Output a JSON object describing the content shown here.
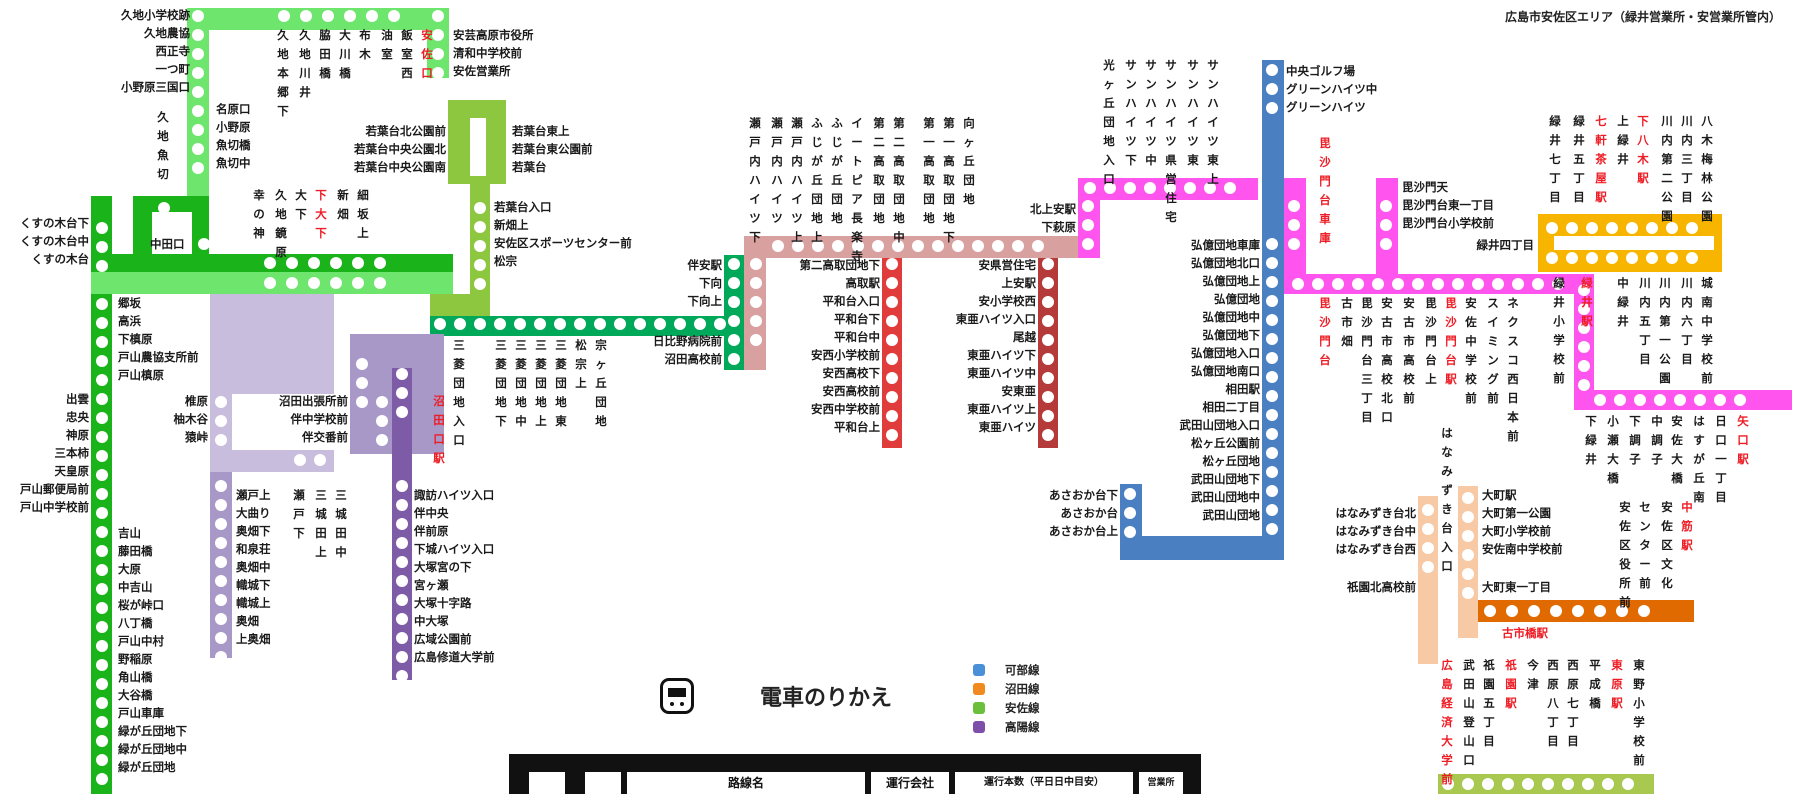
{
  "header": {
    "area": "広島市安佐区エリア（緑井営業所・安営業所管内）",
    "map_title": "電車のりかえ"
  },
  "colors": {
    "green_dark": "#1ab31a",
    "green_light": "#6ee66e",
    "green_deep": "#00a859",
    "lime": "#8dc63f",
    "lavender": "#c8bddc",
    "lavender_mid": "#a898c8",
    "purple": "#7e5ba6",
    "rose": "#d9a0a0",
    "red": "#e03c3c",
    "maroon": "#b53a3a",
    "magenta": "#ff55ee",
    "blue": "#4a7fc1",
    "yellow": "#f7b500",
    "peach": "#f7c9a5",
    "orange": "#e06a00",
    "olive": "#a8c850"
  },
  "legend": [
    {
      "icon": "blue-train-icon",
      "label": "可部線",
      "color": "#4a90d9"
    },
    {
      "icon": "orange-train-icon",
      "label": "沼田線",
      "color": "#f08a1e"
    },
    {
      "icon": "green-train-icon",
      "label": "安佐線",
      "color": "#6cbf3a"
    },
    {
      "icon": "purple-train-icon",
      "label": "高陽線",
      "color": "#7e4fa8"
    }
  ],
  "table_header": {
    "col_route": "路線名",
    "col_operator": "運行会社",
    "col_freq": "運行本数（平日日中目安）",
    "col_office": "営業所"
  },
  "labels": {
    "kuchi_list": [
      "久地小学校跡",
      "久地農協",
      "西正寺",
      "一つ町",
      "小野原三国口"
    ],
    "ono_list": [
      "名原口",
      "小野原",
      "魚切橋",
      "魚切中"
    ],
    "kusu": [
      "くすの木台下",
      "くすの木台中",
      "くすの木台"
    ],
    "nakata": "中田口",
    "west_list": [
      "郷坂",
      "高浜",
      "下槙原",
      "戸山農協支所前",
      "戸山槙原"
    ],
    "west_list2": [
      "出雲",
      "忠央",
      "神原",
      "三本柿",
      "天皇原",
      "戸山郵便局前",
      "戸山中学校前"
    ],
    "south_list": [
      "吉山",
      "藤田橋",
      "大原",
      "中吉山",
      "桜が峠口",
      "八丁橋",
      "戸山中村",
      "野稲原",
      "角山橋",
      "大谷橋",
      "戸山車庫",
      "緑が丘団地下",
      "緑が丘団地中",
      "緑が丘団地"
    ],
    "aki_city": [
      "安芸高原市役所",
      "清和中学校前",
      "安佐営業所"
    ],
    "wakaba_left": [
      "若葉台北公園前",
      "若葉台中央公園北",
      "若葉台中央公園南"
    ],
    "wakaba_right": [
      "若葉台東上",
      "若葉台東公園前",
      "若葉台"
    ],
    "wakaba_lower": [
      "若葉台入口",
      "新畑上",
      "安佐区スポーツセンター前",
      "松宗"
    ],
    "shiiba": [
      "椎原",
      "柚木谷",
      "猿峠"
    ],
    "numata_list": [
      "沼田出張所前",
      "伴中学校前",
      "伴交番前"
    ],
    "seto_list": [
      "瀬戸上",
      "大曲り",
      "奥畑下",
      "和泉荘",
      "奥畑中",
      "幟城下",
      "幟城上",
      "奥畑",
      "上奥畑"
    ],
    "suwa_list": [
      "諏訪ハイツ入口",
      "伴中央",
      "伴前原",
      "下城ハイツ入口",
      "大塚宮の下",
      "宮ヶ瀬",
      "大塚十字路",
      "中大塚",
      "広域公園前",
      "広島修道大学前"
    ],
    "tomo_list": [
      "伴安駅",
      "下向",
      "下向上",
      "日比野病院前",
      "沼田高校前"
    ],
    "kotori_list": [
      "第二高取団地下",
      "高取駅",
      "平和台入口",
      "平和台下",
      "平和台中",
      "安西小学校前",
      "安西高校下",
      "安西高校前",
      "安西中学校前",
      "平和台上"
    ],
    "kamiyasu_list": [
      "安県営住宅",
      "上安駅",
      "安小学校西",
      "東亜ハイツ入口",
      "尾越",
      "東亜ハイツ下",
      "東亜ハイツ中",
      "安東亜",
      "東亜ハイツ上",
      "東亜ハイツ"
    ],
    "kitakamiyasu": [
      "北上安駅",
      "下萩原"
    ],
    "kobe_list": [
      "弘億団地車庫",
      "弘億団地北口",
      "弘億団地上",
      "弘億団地",
      "弘億団地中",
      "弘億団地下",
      "弘億団地入口",
      "弘億団地南口",
      "相田駅",
      "相田二丁目",
      "武田山団地入口",
      "松ヶ丘公園前",
      "松ヶ丘団地",
      "武田山団地下",
      "武田山団地中",
      "武田山団地"
    ],
    "chuo_golf": [
      "中央ゴルフ場",
      "グリーンハイツ中",
      "グリーンハイツ"
    ],
    "asaoka": [
      "あさおか台下",
      "あさおか台",
      "あさおか台上"
    ],
    "bishamon": [
      "毘沙門天",
      "毘沙門台東一丁目",
      "毘沙門台小学校前"
    ],
    "midorii": "緑井四丁目",
    "hanamizu": [
      "はなみずき台北",
      "はなみずき台中",
      "はなみずき台西",
      "祇園北高校前"
    ],
    "omachi": [
      "大町駅",
      "大町第一公園",
      "大町小学校前",
      "安佐南中学校前",
      "大町東一丁目"
    ],
    "furuichi": "古市橋駅"
  },
  "vertical": {
    "top_mid": [
      "久地本郷下",
      "久地川井",
      "脇田橋",
      "大川橋",
      "布木",
      "油室",
      "飯室西",
      "安佐口"
    ],
    "kuchi_uogiri": "久地魚切",
    "kuchi_kyo": [
      "幸の神",
      "久地鏡原",
      "大下",
      "下大下",
      "新畑",
      "細坂上"
    ],
    "sanryo": "三菱団地入口",
    "sanryo_list": [
      "三菱団地下",
      "三菱団地中",
      "三菱団地上",
      "三菱団地東",
      "松宗上",
      "宗ヶ丘団地"
    ],
    "numata_eki": "沼田口駅",
    "seto_v": [
      "瀬戸下",
      "三城田上",
      "三城田中"
    ],
    "upper_mid": [
      "瀬戸内ハイツ下",
      "瀬戸内ハイツ",
      "瀬戸内ハイツ上",
      "ふじが丘団地上",
      "ふじが丘団地",
      "イートピア長楽寺",
      "第二高取団地",
      "第二高取団地中",
      "第一高取団地",
      "第一高取団地下",
      "向ヶ丘団地"
    ],
    "sunhigh": [
      "光ヶ丘団地入口",
      "サンハイツ下",
      "サンハイツ中",
      "サンハイツ県営住宅",
      "サンハイツ東",
      "サンハイツ東上"
    ],
    "bishamon_garage": "毘沙門台車庫",
    "bishamon_v": [
      "毘沙門台",
      "古市畑",
      "毘沙門台三丁目",
      "安古市高校北口",
      "安古市高校前",
      "毘沙門台上",
      "毘沙門台駅",
      "安佐中学校前",
      "スイミング前",
      "ネクスコ西日本前"
    ],
    "east_top": [
      "緑井七丁目",
      "緑井五丁目",
      "七軒茶屋駅",
      "上緑井",
      "下八木駅",
      "川内第二公園",
      "川内三丁目",
      "八木梅林公園"
    ],
    "east_mid": [
      "中緑井",
      "川内五丁目",
      "川内第一公園",
      "川内六丁目",
      "城南中学校前",
      "緑井小学校前",
      "緑井駅"
    ],
    "east_bot": [
      "下緑井",
      "小瀬大橋",
      "下調子",
      "中調子",
      "安佐大橋",
      "はすが丘南",
      "日口一丁目",
      "矢口駅"
    ],
    "hanamizuki_v": "はなみずき台入口",
    "asaku": [
      "安佐区役所前",
      "センター前",
      "安佐区文化",
      "中筋駅"
    ],
    "bottom": [
      "広島経済大学前",
      "武田山登山口",
      "祇園五丁目",
      "祇園駅",
      "今津",
      "西原八丁目",
      "西原七丁目",
      "平成橋",
      "東原駅",
      "東野小学校前"
    ]
  }
}
